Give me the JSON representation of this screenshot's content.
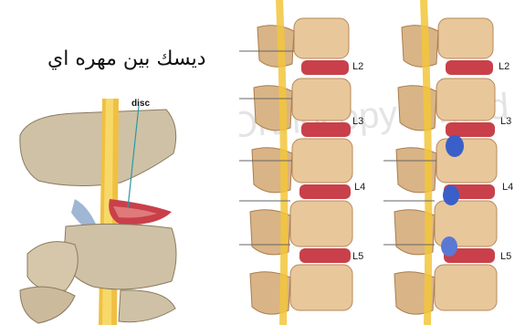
{
  "caption": "ديسك بين مهره اي",
  "left_figure": {
    "label": "disc"
  },
  "right_figure": {
    "levels": [
      "L2",
      "L3",
      "L4",
      "L5"
    ],
    "watermark": "Orthocopyrighted"
  },
  "colors": {
    "bone": "#e8c79a",
    "bone_dark": "#b8895a",
    "disc_red": "#c9404a",
    "nerve_yellow": "#f2c53a",
    "highlight_blue": "#3a5fc9"
  }
}
